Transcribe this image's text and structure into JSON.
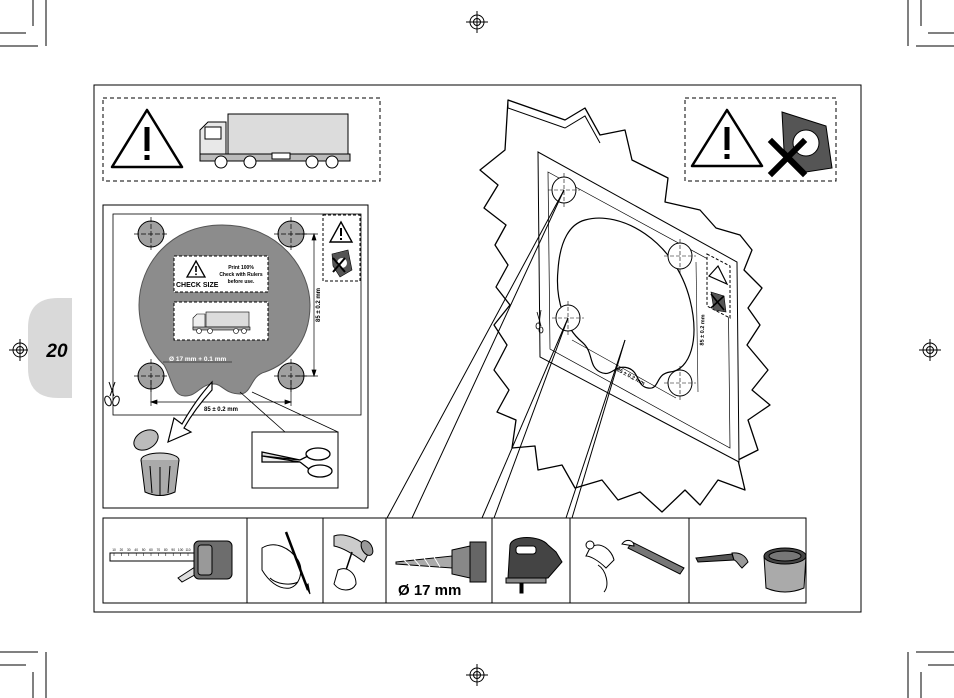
{
  "page": {
    "number": "20"
  },
  "template": {
    "check_size": "CHECK SIZE",
    "print_note_line1": "Print 100%",
    "print_note_line2": "Check with Rulers",
    "print_note_line3": "before use.",
    "hole_label": "Ø 17 mm + 0.1 mm",
    "dim_horizontal": "85 ± 0.2 mm",
    "dim_vertical": "85 ± 0.2 mm"
  },
  "mounted": {
    "dim_vertical": "85 ± 0.2 mm",
    "dim_horizontal": "85 ± 0.2 mm"
  },
  "tools": {
    "drill_label": "Ø 17 mm",
    "ruler_ticks": [
      "10",
      "20",
      "30",
      "40",
      "50",
      "60",
      "70",
      "80",
      "90",
      "100",
      "110"
    ]
  },
  "colors": {
    "line": "#1a1a1a",
    "template_fill": "#8c8c8c",
    "tab_fill": "#d9d9d9",
    "truck_fill": "#dcdcdc"
  }
}
